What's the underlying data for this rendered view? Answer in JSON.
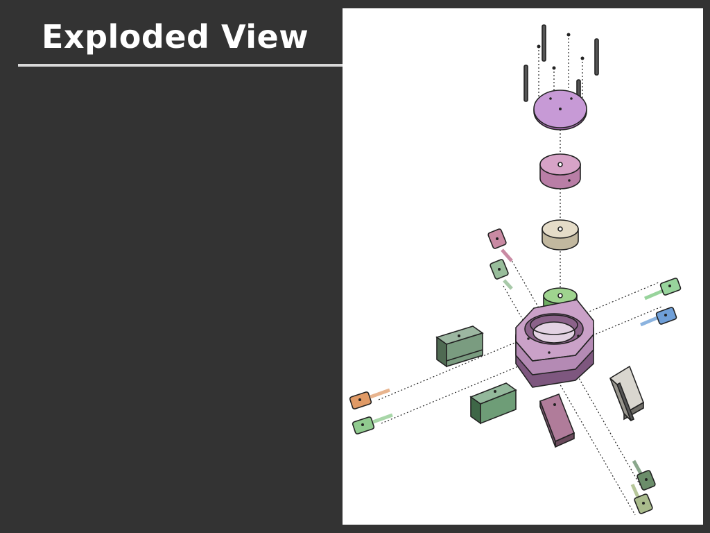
{
  "slide": {
    "title": "Exploded View"
  },
  "figure": {
    "colors": {
      "background": "#ffffff",
      "outline": "#222222",
      "purple": "#c79ad6",
      "mauve": "#c98fb4",
      "beige": "#d9d0bd",
      "green": "#8fca7f",
      "body_purple": "#a578a4",
      "dark_green": "#6b8d6a",
      "grey": "#bdbab2",
      "orange": "#e09a66",
      "blue": "#6f9fd8",
      "pink": "#c98aa3"
    },
    "parts": [
      "pins",
      "top-disc",
      "upper-cylinder",
      "middle-cylinder",
      "green-collar",
      "main-body",
      "left-block",
      "lower-left-block",
      "lower-right-block",
      "right-block",
      "key-tabs"
    ]
  }
}
